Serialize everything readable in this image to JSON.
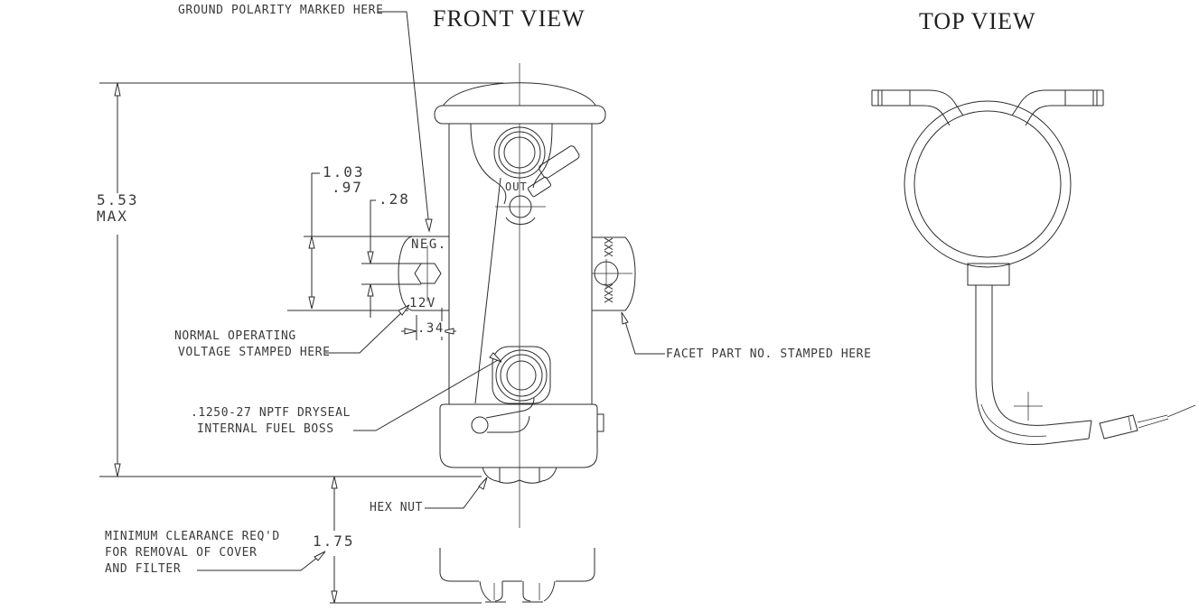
{
  "titles": {
    "front_view": "FRONT VIEW",
    "top_view": "TOP VIEW"
  },
  "labels": {
    "ground_polarity": "GROUND POLARITY MARKED HERE",
    "normal_operating_1": "NORMAL OPERATING",
    "normal_operating_2": "VOLTAGE STAMPED HERE",
    "fuel_boss_1": ".1250-27 NPTF DRYSEAL",
    "fuel_boss_2": "INTERNAL FUEL BOSS",
    "facet_stamp": "FACET PART NO. STAMPED HERE",
    "hex_nut": "HEX NUT",
    "min_clearance_1": "MINIMUM CLEARANCE REQ'D",
    "min_clearance_2": "FOR REMOVAL OF COVER",
    "min_clearance_3": "AND FILTER",
    "neg_polarity": "NEG.",
    "voltage": "12V",
    "out_port": "OUT",
    "stamp_marks_top": "XXX",
    "stamp_marks_bottom": "XXX"
  },
  "dimensions": {
    "height_max": "5.53",
    "height_max_qualifier": "MAX",
    "terminal_upper": "1.03",
    "terminal_lower": ".97",
    "terminal_flats": ".28",
    "terminal_width": ".34",
    "clearance": "1.75"
  },
  "colors": {
    "line": "#2b2b2b",
    "background": "#ffffff"
  }
}
